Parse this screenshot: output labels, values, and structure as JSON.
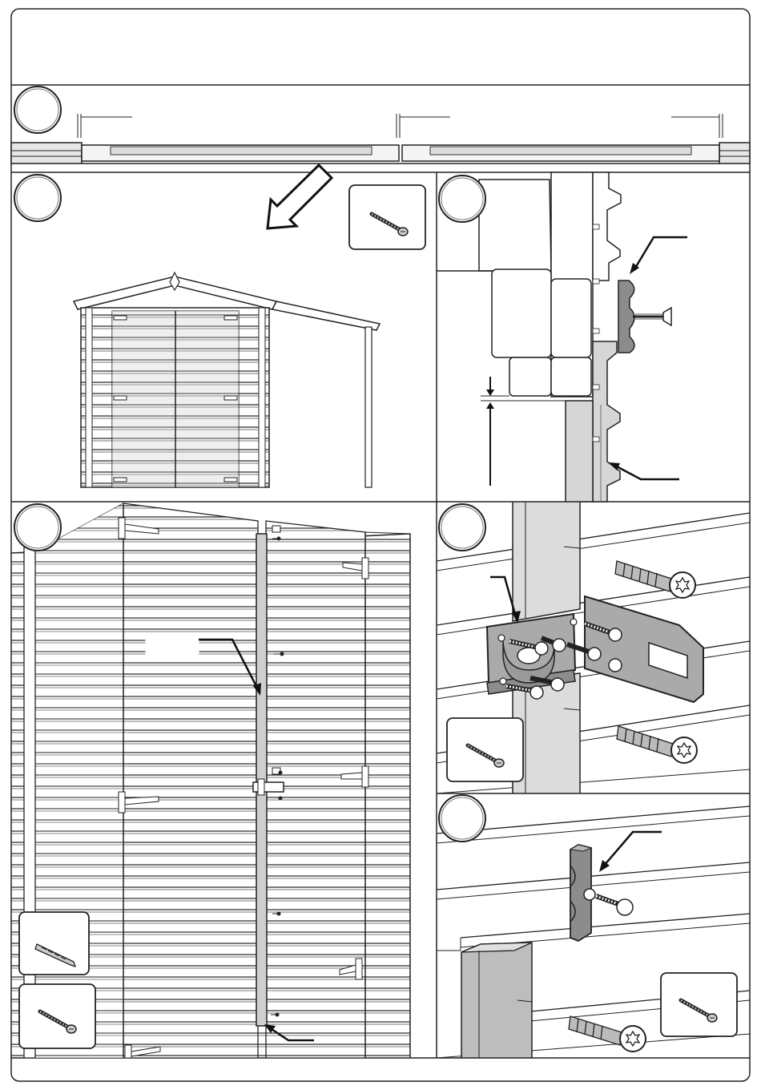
{
  "document": {
    "type": "assembly-instructions",
    "header_text": "",
    "footer_text": ""
  },
  "steps": [
    {
      "id": "step-1",
      "number": "",
      "figure": "door-frame-top-view"
    },
    {
      "id": "step-2",
      "number": "",
      "figure": "shed-front-view",
      "parts": [
        {
          "name": "wood-screw-icon",
          "qty": ""
        }
      ]
    },
    {
      "id": "step-3",
      "number": "",
      "figure": "door-stop-block-section"
    },
    {
      "id": "step-4",
      "number": "",
      "figure": "doors-hardware-overview",
      "callout_label": "",
      "parts": [
        {
          "name": "drill-bit-icon",
          "qty": ""
        },
        {
          "name": "wood-screw-icon",
          "qty": ""
        }
      ]
    },
    {
      "id": "step-5",
      "number": "",
      "figure": "hasp-latch-detail",
      "parts": [
        {
          "name": "wood-screw-icon",
          "qty": ""
        }
      ]
    },
    {
      "id": "step-6",
      "number": "",
      "figure": "door-stop-block-detail",
      "parts": [
        {
          "name": "wood-screw-icon",
          "qty": ""
        }
      ]
    }
  ],
  "colors": {
    "line": "#1a1a1a",
    "part_fill": "#bdbdbd",
    "part_dark": "#8c8c8c",
    "background": "#ffffff"
  }
}
